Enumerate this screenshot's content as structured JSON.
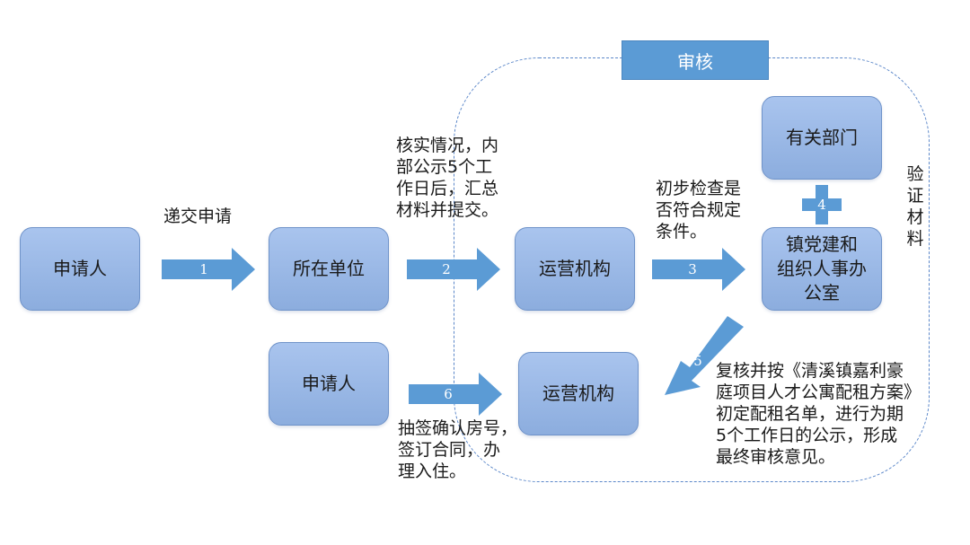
{
  "region": {
    "label": "审核"
  },
  "nodes": {
    "applicant_top": "申请人",
    "unit": "所在单位",
    "operator_top": "运营机构",
    "dept": "有关部门",
    "office": "镇党建和\n组织人事办\n公室",
    "applicant_bottom": "申请人",
    "operator_bottom": "运营机构"
  },
  "arrows": {
    "a1": "1",
    "a2": "2",
    "a3": "3",
    "a4": "4",
    "a5": "5",
    "a6": "6"
  },
  "labels": {
    "submit": "递交申请",
    "verify": "核实情况，内\n部公示5个工\n作日后，汇总\n材料并提交。",
    "check": "初步检查是\n否符合规定\n条件。",
    "materials": "验\n证\n材\n料",
    "review": "复核并按《清溪镇嘉利豪\n庭项目人才公寓配租方案》\n初定配租名单，进行为期\n5个工作日的公示，形成\n最终审核意见。",
    "lottery": "抽签确认房号，\n签订合同，办\n理入住。"
  },
  "colors": {
    "node_fill": "#98b7e6",
    "node_border": "#6f93c9",
    "arrow": "#5b9bd5",
    "region_border": "#5b87c9",
    "region_label_bg": "#5b9bd5"
  }
}
